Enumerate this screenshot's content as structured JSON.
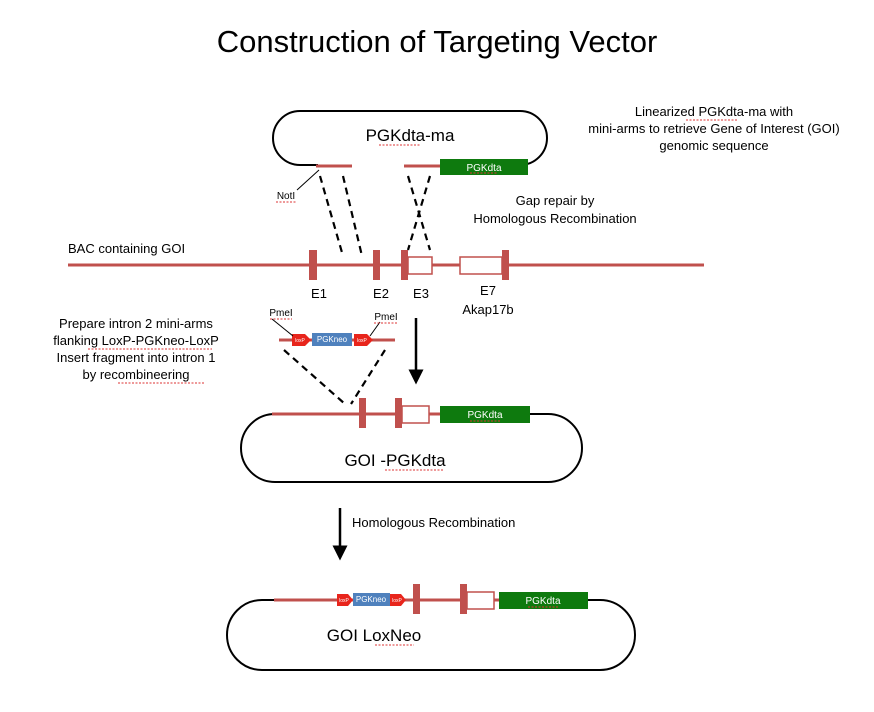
{
  "title": "Construction of Targeting Vector",
  "vector1": {
    "name": "PGKdta-ma",
    "note_line1": "Linearized PGKdta-ma with",
    "note_line2": "mini-arms to retrieve Gene of Interest (GOI)",
    "note_line3": "genomic sequence",
    "site": "NotI",
    "marker": "PGKdta"
  },
  "gap_repair": {
    "line1": "Gap repair by",
    "line2": "Homologous Recombination"
  },
  "bac": {
    "label": "BAC containing GOI",
    "exons": [
      "E1",
      "E2",
      "E3",
      "E7"
    ],
    "gene": "Akap17b"
  },
  "prepare": {
    "line1": "Prepare intron 2 mini-arms",
    "line2": "flanking LoxP-PGKneo-LoxP",
    "line3": "Insert fragment into intron 1",
    "line4": "by recombineering",
    "site_left": "PmeI",
    "site_right": "PmeI",
    "cassette": "PGKneo",
    "loxp": "loxP"
  },
  "vector2": {
    "name": "GOI -PGKdta",
    "marker": "PGKdta"
  },
  "step2": {
    "label": "Homologous Recombination"
  },
  "vector3": {
    "name": "GOI LoxNeo",
    "cassette": "PGKneo",
    "loxp": "loxP",
    "marker": "PGKdta"
  },
  "colors": {
    "dna": "#c0504d",
    "marker_green": "#0e7a0e",
    "cassette_blue": "#4f81bd",
    "loxp_red": "#e8251c",
    "squiggle_red": "#d33333"
  }
}
